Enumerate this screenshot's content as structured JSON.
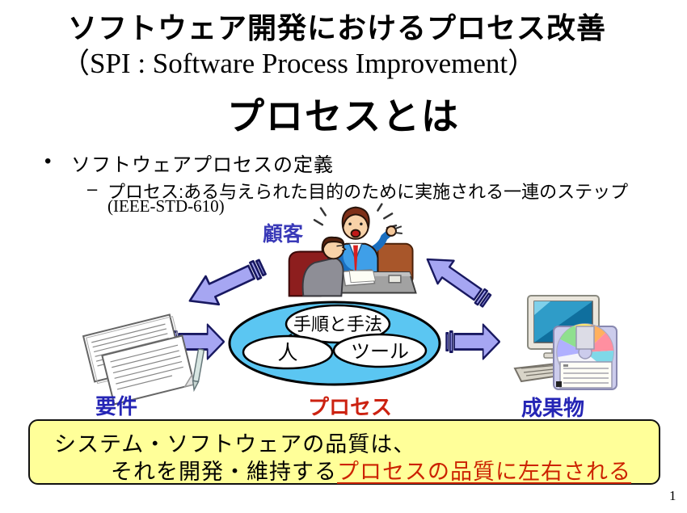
{
  "slide": {
    "title_line1": "ソフトウェア開発におけるプロセス改善",
    "title_line2": "（SPI : Software Process Improvement）",
    "heading": "プロセスとは",
    "bullet_marker": "•",
    "bullet_text": "ソフトウェアプロセスの定義",
    "sub_bullet_marker": "–",
    "sub_bullet_text": "プロセス:ある与えられた目的のために実施される一連のステップ",
    "sub_bullet_ref": "(IEEE-STD-610)",
    "page_number": "1"
  },
  "diagram": {
    "customer_label": "顧客",
    "requirements_label": "要件",
    "process_label": "プロセス",
    "deliverables_label": "成果物",
    "process_ellipse": {
      "top_label": "手順と手法",
      "left_label": "人",
      "right_label": "ツール"
    }
  },
  "quote_box": {
    "line1": "システム・ソフトウェアの品質は、",
    "line2_prefix": "それを開発・維持する",
    "line2_highlight": "プロセスの品質に左右される"
  },
  "colors": {
    "label_blue": "#2525b5",
    "customer_blue": "#3a3ab8",
    "process_red": "#cc2211",
    "ellipse_blue": "#5bc6f2",
    "arrow_purple": "#a6a6f2",
    "box_yellow": "#ffff99",
    "highlight_red": "#cc2200"
  }
}
